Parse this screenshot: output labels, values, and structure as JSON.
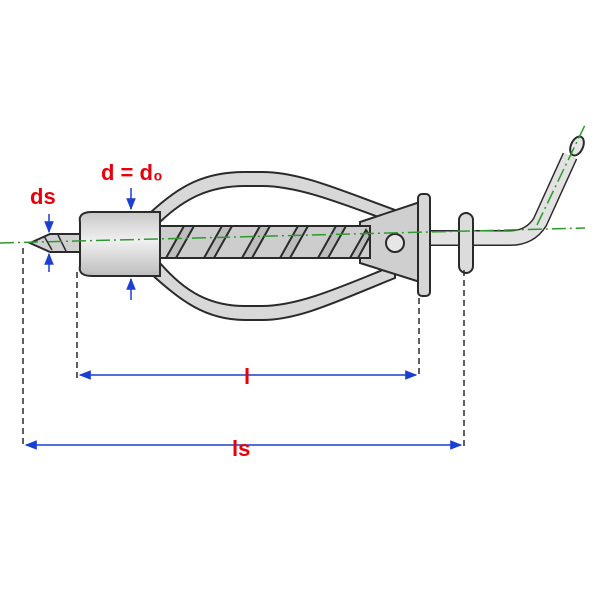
{
  "labels": {
    "d_eq_d0": "d = d₀",
    "ds": "ds",
    "l": "l",
    "ls": "ls"
  },
  "colors": {
    "label": "#e8000b",
    "dimension": "#1a3fd1",
    "centerline": "#2e9a2e",
    "part_fill": "#d8d8d8",
    "part_stroke": "#2a2a2a"
  }
}
